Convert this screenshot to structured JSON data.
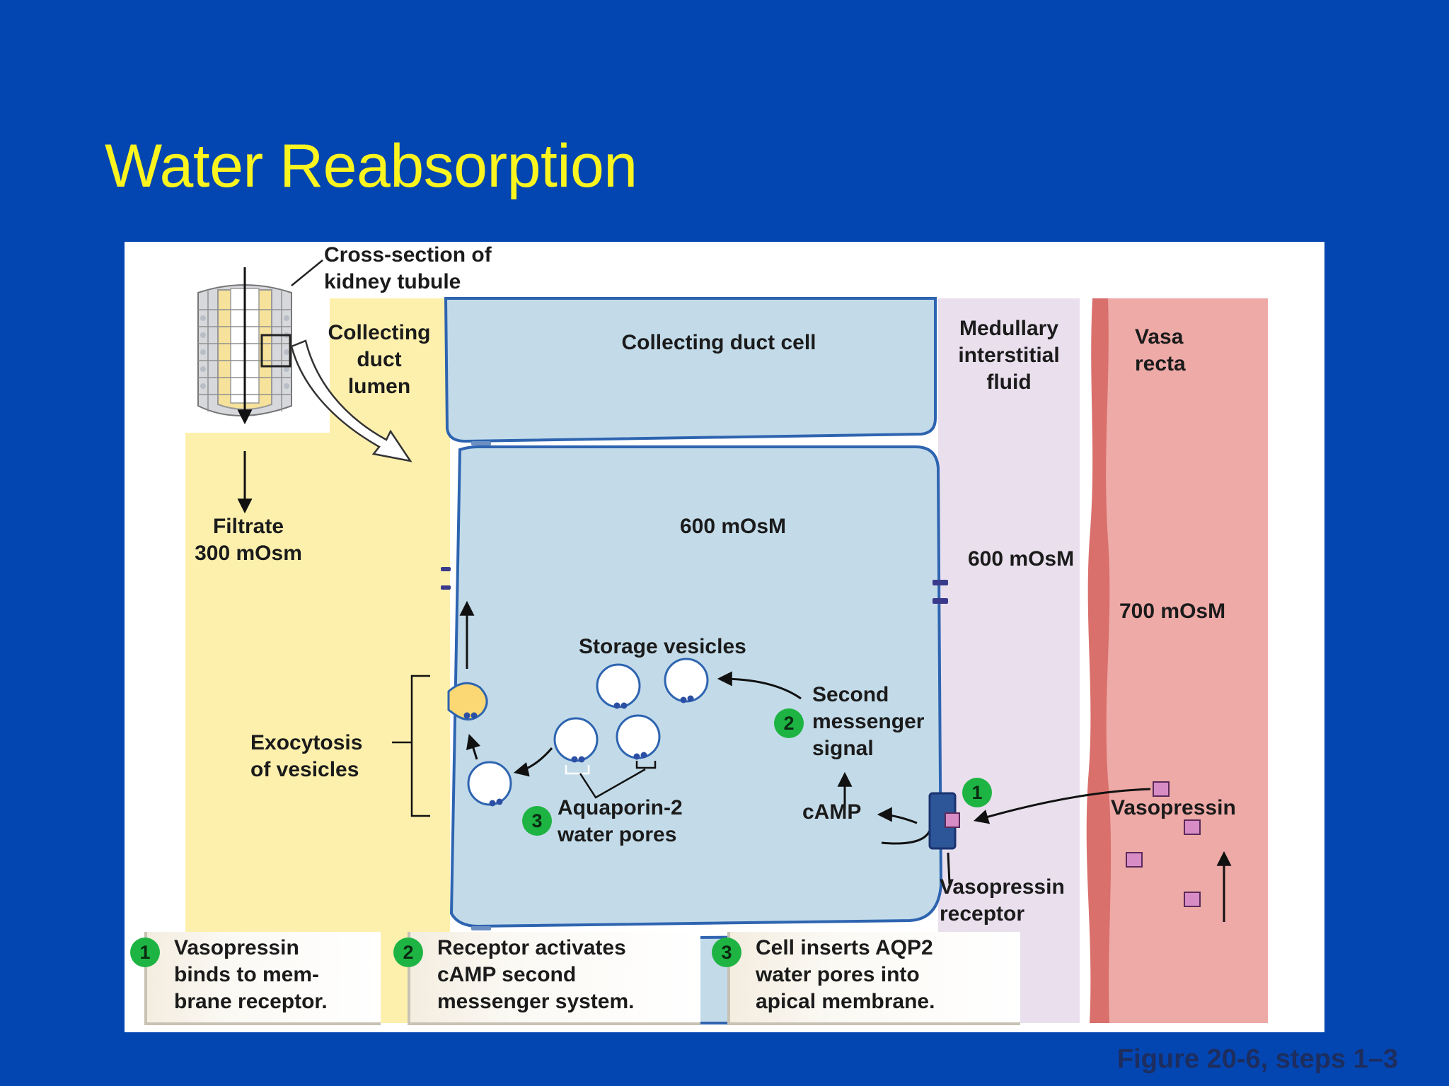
{
  "title": "Water Reabsorption",
  "figure_caption": "Figure 20-6, steps 1–3",
  "labels": {
    "cross_section": "Cross-section of\nkidney tubule",
    "lumen": "Collecting\nduct\nlumen",
    "duct_cell": "Collecting duct cell",
    "interstitial": "Medullary\ninterstitial\nfluid",
    "vasa_recta": "Vasa\nrecta",
    "filtrate": "Filtrate\n300 mOsm",
    "cell_osm": "600 mOsM",
    "interstitial_osm": "600 mOsM",
    "vasa_osm": "700 mOsM",
    "storage_vesicles": "Storage vesicles",
    "second_messenger": "Second\nmessenger\nsignal",
    "exocytosis": "Exocytosis\nof vesicles",
    "aquaporin": "Aquaporin-2\nwater pores",
    "camp": "cAMP",
    "vasopressin": "Vasopressin",
    "receptor": "Vasopressin\nreceptor"
  },
  "badges": {
    "receptor_step": "1",
    "messenger_step": "2",
    "aquaporin_step": "3"
  },
  "steps": [
    {
      "num": "1",
      "text": "Vasopressin\nbinds to mem-\nbrane receptor."
    },
    {
      "num": "2",
      "text": "Receptor activates\ncAMP second\nmessenger system."
    },
    {
      "num": "3",
      "text": "Cell inserts AQP2\nwater pores into\napical membrane."
    }
  ],
  "colors": {
    "background": "#0346b2",
    "title": "#fbf51f",
    "lumen": "#fdf0ad",
    "cell": "#c3dbe9",
    "interstitial": "#e9dfed",
    "vasa_recta": "#eeaaa7",
    "badge": "#1eb443"
  }
}
